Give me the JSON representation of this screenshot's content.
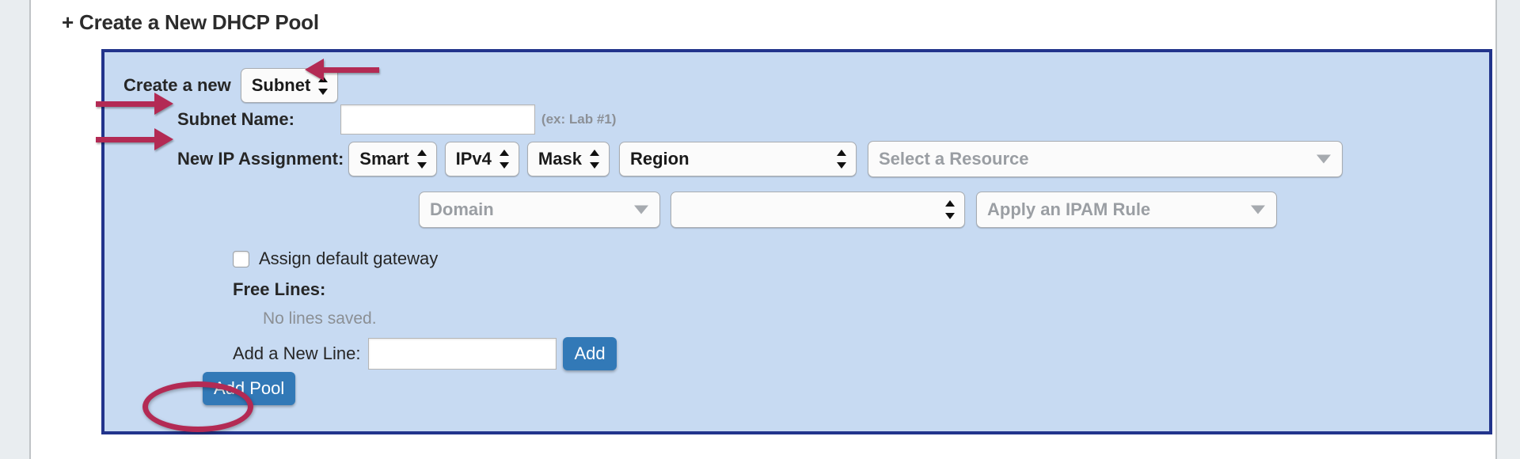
{
  "page": {
    "title": "+ Create a New DHCP Pool"
  },
  "colors": {
    "panel_bg": "#c7daf2",
    "panel_border": "#22348c",
    "annotation": "#b32a54",
    "button_blue": "#3279b7",
    "gutter": "#e9edf0"
  },
  "form": {
    "create_a_new": {
      "label": "Create a new",
      "select_value": "Subnet"
    },
    "subnet_name": {
      "label": "Subnet Name:",
      "value": "",
      "placeholder": "",
      "hint": "(ex: Lab #1)"
    },
    "new_ip_assignment": {
      "label": "New IP Assignment:",
      "mode_select": "Smart",
      "family_select": "IPv4",
      "mask_select": "Mask",
      "scope_select": "Region",
      "resource_select": "Select a Resource",
      "domain_select": "Domain",
      "blank_select": "",
      "ipam_rule_select": "Apply an IPAM Rule"
    },
    "assign_default_gateway": {
      "label": "Assign default gateway",
      "checked": false
    },
    "free_lines": {
      "label": "Free Lines:",
      "empty_message": "No lines saved."
    },
    "add_a_new_line": {
      "label": "Add a New Line:",
      "value": "",
      "placeholder": "",
      "button_label": "Add"
    },
    "add_pool": {
      "button_label": "Add Pool"
    }
  },
  "annotations": {
    "arrow_create_a_new": "arrow-left-icon",
    "arrow_subnet_name": "arrow-right-icon",
    "arrow_new_ip_assignment": "arrow-right-icon",
    "ellipse_add_pool": "highlight-ellipse"
  }
}
